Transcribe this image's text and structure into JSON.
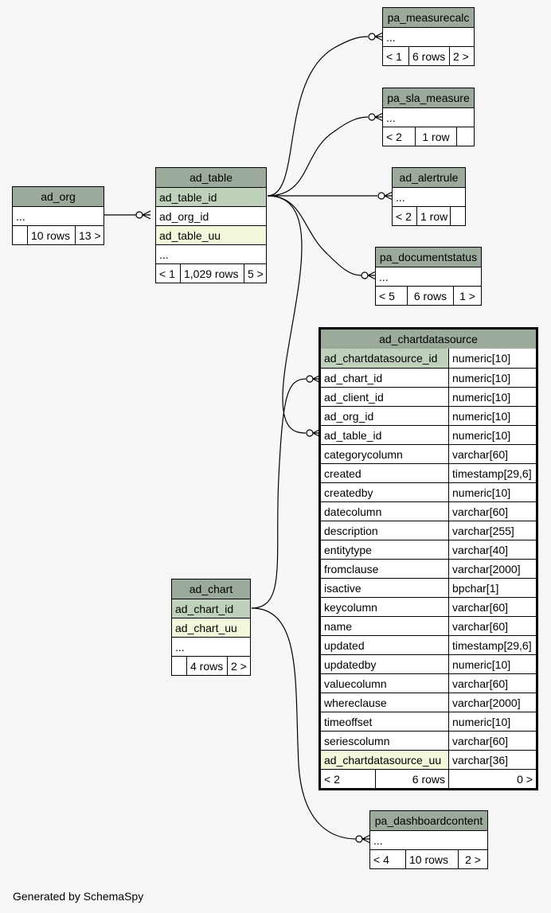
{
  "footer": "Generated by SchemaSpy",
  "tables": {
    "ad_org": {
      "name": "ad_org",
      "rows_text": "...",
      "nav": [
        "",
        "10 rows",
        "13 >"
      ]
    },
    "ad_table": {
      "name": "ad_table",
      "columns": [
        "ad_table_id",
        "ad_org_id",
        "ad_table_uu",
        "..."
      ],
      "nav": [
        "< 1",
        "1,029 rows",
        "5 >"
      ]
    },
    "pa_measurecalc": {
      "name": "pa_measurecalc",
      "rows_text": "...",
      "nav": [
        "< 1",
        "6 rows",
        "2 >"
      ]
    },
    "pa_sla_measure": {
      "name": "pa_sla_measure",
      "rows_text": "...",
      "nav": [
        "< 2",
        "1 row",
        ""
      ]
    },
    "ad_alertrule": {
      "name": "ad_alertrule",
      "rows_text": "...",
      "nav": [
        "< 2",
        "1 row",
        ""
      ]
    },
    "pa_documentstatus": {
      "name": "pa_documentstatus",
      "rows_text": "...",
      "nav": [
        "< 5",
        "6 rows",
        "1 >"
      ]
    },
    "ad_chart": {
      "name": "ad_chart",
      "columns": [
        "ad_chart_id",
        "ad_chart_uu",
        "..."
      ],
      "nav": [
        "",
        "4 rows",
        "2 >"
      ]
    },
    "pa_dashboardcontent": {
      "name": "pa_dashboardcontent",
      "rows_text": "...",
      "nav": [
        "< 4",
        "10 rows",
        "2 >"
      ]
    },
    "ad_chartdatasource": {
      "name": "ad_chartdatasource",
      "columns": [
        {
          "name": "ad_chartdatasource_id",
          "type": "numeric[10]",
          "kind": "pk"
        },
        {
          "name": "ad_chart_id",
          "type": "numeric[10]",
          "kind": ""
        },
        {
          "name": "ad_client_id",
          "type": "numeric[10]",
          "kind": ""
        },
        {
          "name": "ad_org_id",
          "type": "numeric[10]",
          "kind": ""
        },
        {
          "name": "ad_table_id",
          "type": "numeric[10]",
          "kind": ""
        },
        {
          "name": "categorycolumn",
          "type": "varchar[60]",
          "kind": ""
        },
        {
          "name": "created",
          "type": "timestamp[29,6]",
          "kind": ""
        },
        {
          "name": "createdby",
          "type": "numeric[10]",
          "kind": ""
        },
        {
          "name": "datecolumn",
          "type": "varchar[60]",
          "kind": ""
        },
        {
          "name": "description",
          "type": "varchar[255]",
          "kind": ""
        },
        {
          "name": "entitytype",
          "type": "varchar[40]",
          "kind": ""
        },
        {
          "name": "fromclause",
          "type": "varchar[2000]",
          "kind": ""
        },
        {
          "name": "isactive",
          "type": "bpchar[1]",
          "kind": ""
        },
        {
          "name": "keycolumn",
          "type": "varchar[60]",
          "kind": ""
        },
        {
          "name": "name",
          "type": "varchar[60]",
          "kind": ""
        },
        {
          "name": "updated",
          "type": "timestamp[29,6]",
          "kind": ""
        },
        {
          "name": "updatedby",
          "type": "numeric[10]",
          "kind": ""
        },
        {
          "name": "valuecolumn",
          "type": "varchar[60]",
          "kind": ""
        },
        {
          "name": "whereclause",
          "type": "varchar[2000]",
          "kind": ""
        },
        {
          "name": "timeoffset",
          "type": "numeric[10]",
          "kind": ""
        },
        {
          "name": "seriescolumn",
          "type": "varchar[60]",
          "kind": ""
        },
        {
          "name": "ad_chartdatasource_uu",
          "type": "varchar[36]",
          "kind": "uq"
        }
      ],
      "nav": [
        "< 2",
        "6 rows",
        "0 >"
      ]
    }
  },
  "colors": {
    "header": "#9baa9a",
    "primary_key": "#bfd0bb",
    "unique": "#f4f7da",
    "background": "#f7f7f7"
  }
}
